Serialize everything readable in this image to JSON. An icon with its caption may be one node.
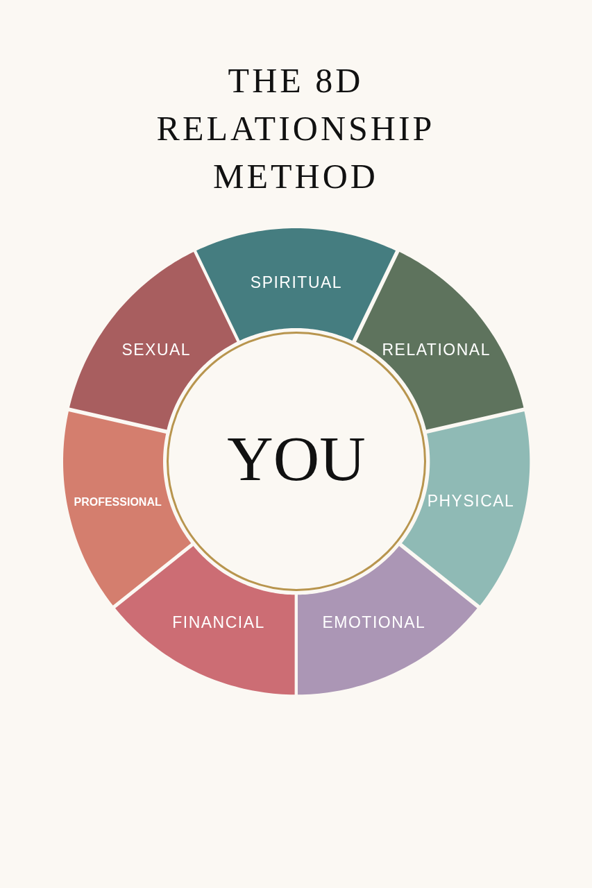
{
  "diagram": {
    "title": "THE 8D RELATIONSHIP METHOD",
    "nodes": [
      {
        "text": [
          "SPIRITUAL"
        ]
      },
      {
        "text": [
          "SEXUAL"
        ]
      },
      {
        "text": [
          "RELATIONAL"
        ]
      },
      {
        "text": [
          "YOU"
        ]
      },
      {
        "text": [
          "PROFESSIONAL"
        ]
      },
      {
        "text": [
          "PHYSICAL"
        ]
      },
      {
        "text": [
          "FINANCIAL"
        ]
      },
      {
        "text": [
          "EMOTIONAL"
        ]
      }
    ]
  }
}
